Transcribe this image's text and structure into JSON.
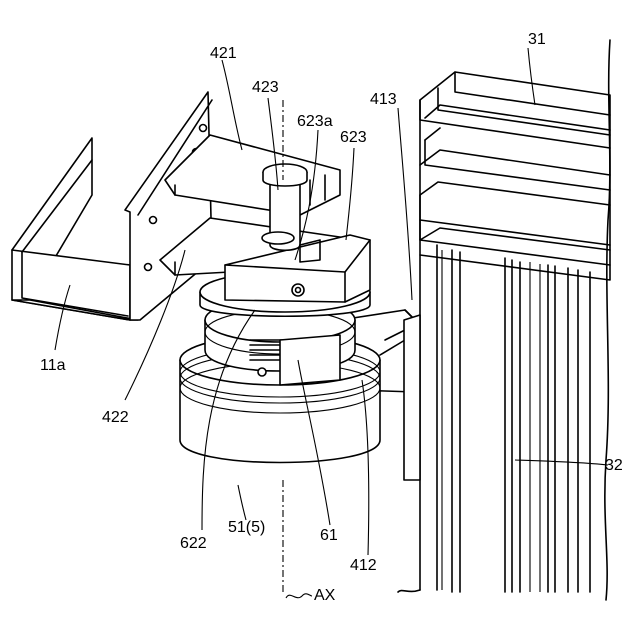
{
  "labels": {
    "l421": "421",
    "l423": "423",
    "l623a": "623a",
    "l623": "623",
    "l413": "413",
    "l31": "31",
    "l11a": "11a",
    "l422": "422",
    "l32": "32",
    "l622": "622",
    "l51": "51(5)",
    "l61": "61",
    "l412": "412",
    "lax": "AX"
  }
}
